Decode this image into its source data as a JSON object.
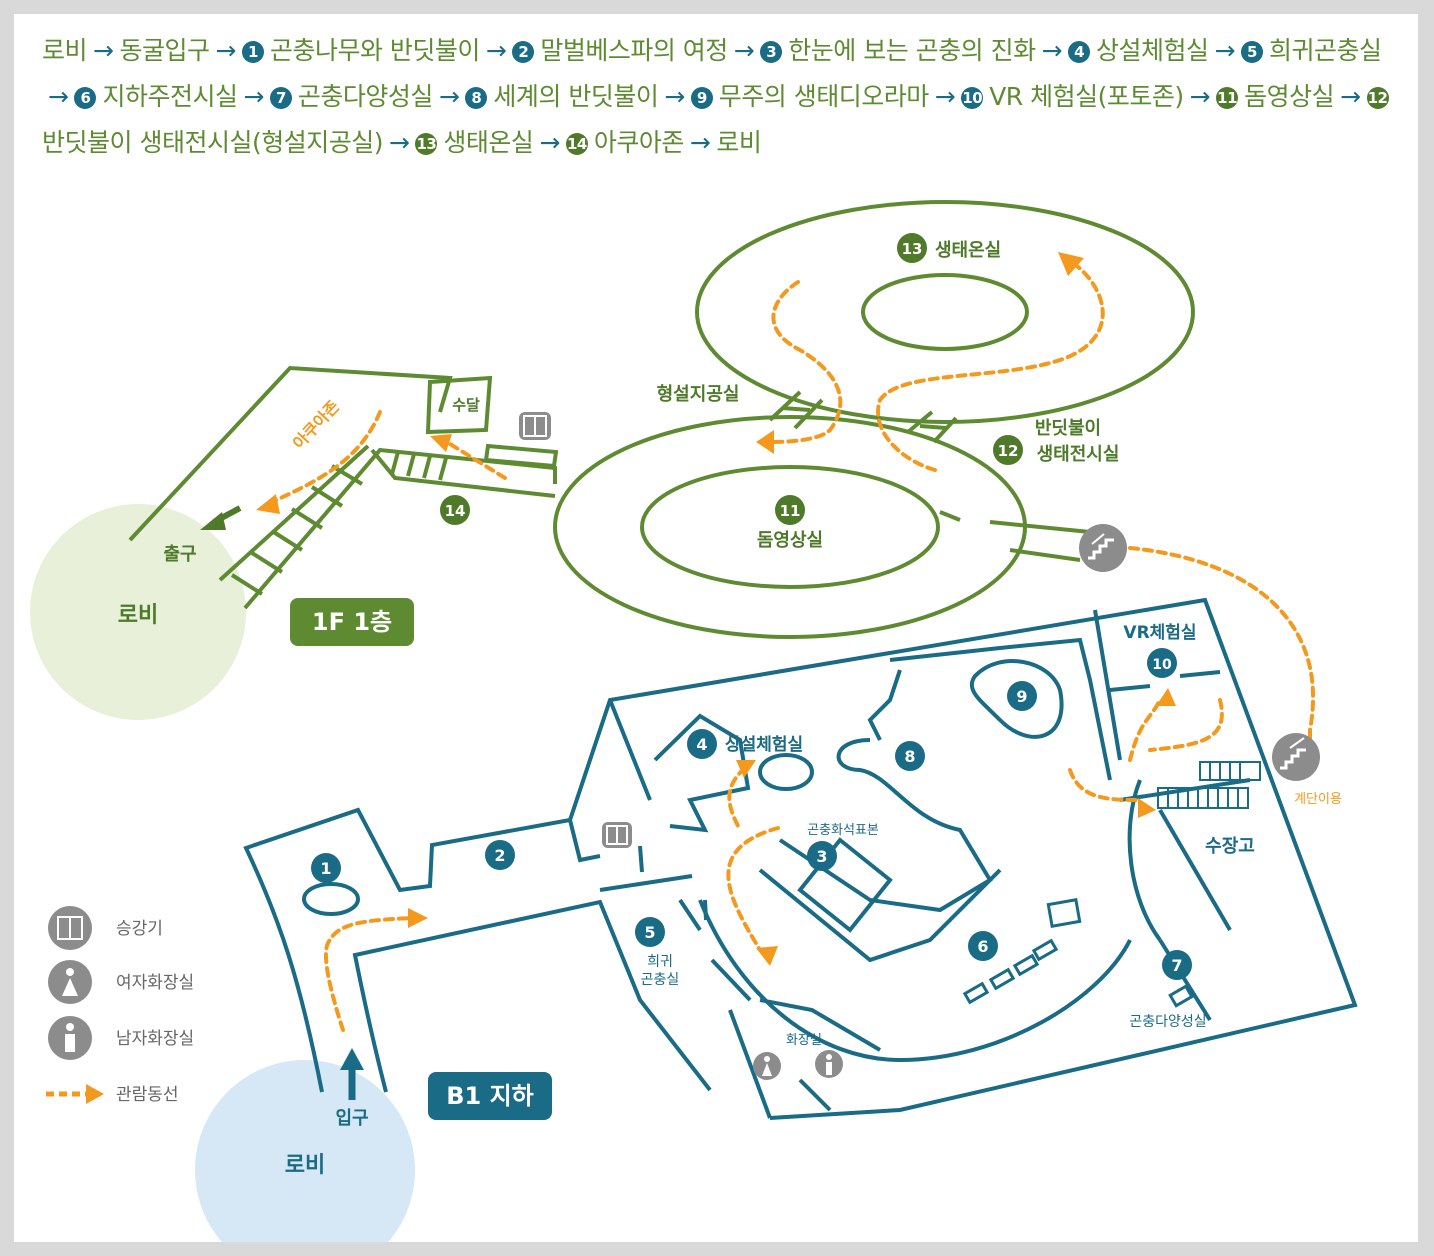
{
  "route": [
    {
      "num": "",
      "label": "로비",
      "floor": "b1"
    },
    {
      "num": "",
      "label": "동굴입구",
      "floor": "b1"
    },
    {
      "num": "1",
      "label": "곤충나무와 반딧불이",
      "floor": "b1"
    },
    {
      "num": "2",
      "label": "말벌베스파의 여정",
      "floor": "b1"
    },
    {
      "num": "3",
      "label": "한눈에 보는 곤충의 진화",
      "floor": "b1"
    },
    {
      "num": "4",
      "label": "상설체험실",
      "floor": "b1"
    },
    {
      "num": "5",
      "label": "희귀곤충실",
      "floor": "b1"
    },
    {
      "num": "6",
      "label": "지하주전시실",
      "floor": "b1"
    },
    {
      "num": "7",
      "label": "곤충다양성실",
      "floor": "b1"
    },
    {
      "num": "8",
      "label": "세계의 반딧불이",
      "floor": "b1"
    },
    {
      "num": "9",
      "label": "무주의 생태디오라마",
      "floor": "b1"
    },
    {
      "num": "10",
      "label": "VR 체험실(포토존)",
      "floor": "b1"
    },
    {
      "num": "11",
      "label": "돔영상실",
      "floor": "1f"
    },
    {
      "num": "12",
      "label": "반딧불이 생태전시실(형설지공실)",
      "floor": "1f"
    },
    {
      "num": "13",
      "label": "생태온실",
      "floor": "1f"
    },
    {
      "num": "14",
      "label": "아쿠아존",
      "floor": "1f"
    },
    {
      "num": "",
      "label": "로비",
      "floor": "1f"
    }
  ],
  "route_arrow": "→",
  "floor_1f": {
    "badge": "1F 1층",
    "lobby": "로비",
    "exit": "출구",
    "aqua_zone": "아쿠아존",
    "sudal": "수달",
    "hyeongseol": "형설지공실",
    "dome_num": "11",
    "dome": "돔영상실",
    "greenhouse_num": "13",
    "greenhouse": "생태온실",
    "firefly_num": "12",
    "firefly_line1": "반딧불이",
    "firefly_line2": "생태전시실",
    "aqua_num": "14"
  },
  "floor_b1": {
    "badge": "B1 지하",
    "lobby": "로비",
    "entrance": "입구",
    "r1": "1",
    "r2": "2",
    "r3": "3",
    "r3_label": "곤충화석표본",
    "r4": "4",
    "r4_label": "상설체험실",
    "r5": "5",
    "r5_line1": "희귀",
    "r5_line2": "곤충실",
    "r6": "6",
    "r7": "7",
    "r7_label": "곤충다양성실",
    "r8": "8",
    "r9": "9",
    "r10": "10",
    "r10_label": "VR체험실",
    "storage": "수장고",
    "restroom": "화장실",
    "stairs": "계단이용"
  },
  "legend": {
    "elevator": "승강기",
    "women": "여자화장실",
    "men": "남자화장실",
    "path": "관람동선"
  },
  "colors": {
    "green": "#5e8b32",
    "green_dark": "#4e7a2a",
    "blue": "#1a6b85",
    "orange": "#f39a1e",
    "lobby_green": "#e8f0d9",
    "lobby_blue": "#d6e7f6",
    "gray": "#8c8c8c"
  }
}
